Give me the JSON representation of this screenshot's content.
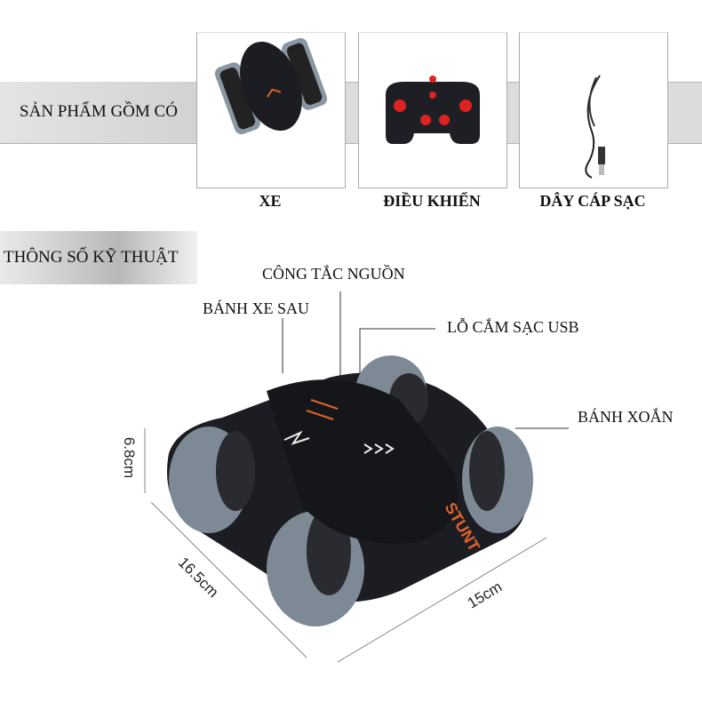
{
  "contents_section": {
    "title": "SẢN PHẨM GỒM CÓ",
    "items": [
      {
        "label": "XE",
        "icon": "rc-stunt-car-image"
      },
      {
        "label": "ĐIỀU KHIỂN",
        "icon": "remote-controller-image"
      },
      {
        "label": "DÂY CÁP SẠC",
        "icon": "usb-cable-image"
      }
    ]
  },
  "specs_section": {
    "title": "THÔNG SỐ KỸ THUẬT",
    "callouts": {
      "power_switch": "CÔNG TẮC NGUỒN",
      "rear_wheel": "BÁNH XE SAU",
      "usb_port": "LỖ CẮM SẠC USB",
      "twist_wheel": "BÁNH XOẮN"
    },
    "dimensions": {
      "height": "6.8cm",
      "length": "16.5cm",
      "width": "15cm"
    },
    "car_logo": "STUNT"
  },
  "colors": {
    "band": "#dcdcdc",
    "car_body": "#1c1d22",
    "wheel": "#7d8a96",
    "accent": "#e0622a"
  }
}
